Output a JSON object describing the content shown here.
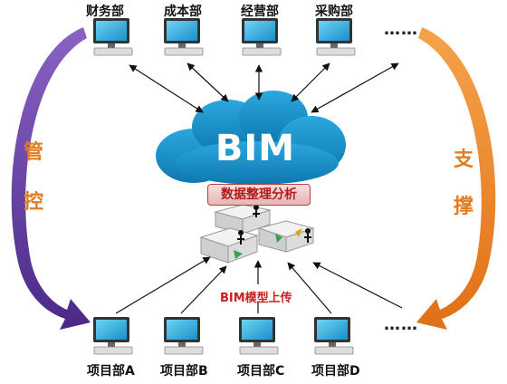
{
  "center": {
    "cloud_label": "BIM",
    "analysis_label": "数据整理分析",
    "upload_label": "BIM模型上传"
  },
  "top_departments": [
    "财务部",
    "成本部",
    "经营部",
    "采购部"
  ],
  "bottom_projects": [
    "项目部A",
    "项目部B",
    "项目部C",
    "项目部D"
  ],
  "ellipsis": "……",
  "left_side": {
    "chars": [
      "管",
      "控"
    ],
    "arrow_color": "#5a3494"
  },
  "right_side": {
    "chars": [
      "支",
      "撑"
    ],
    "arrow_color": "#e07a22"
  },
  "colors": {
    "cloud": "#1c8fc6",
    "side_text": "#e27c1e",
    "upload_text": "#c8201c"
  },
  "icons": {
    "computer": "desktop-computer-icon",
    "cloud": "cloud-icon",
    "keyboard": "keyboard-keys-figures-icon"
  }
}
